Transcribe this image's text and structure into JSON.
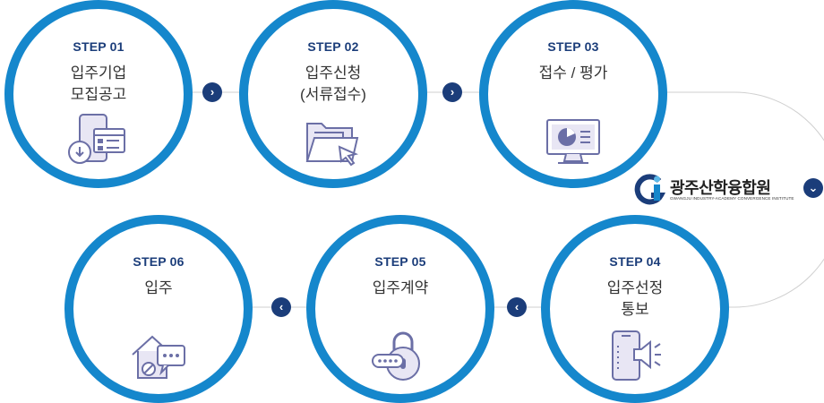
{
  "steps": [
    {
      "label": "STEP 01",
      "title": "입주기업\n모집공고",
      "icon": "mobile-form-icon"
    },
    {
      "label": "STEP 02",
      "title": "입주신청\n(서류접수)",
      "icon": "folder-cursor-icon"
    },
    {
      "label": "STEP 03",
      "title": "접수 / 평가",
      "icon": "monitor-chart-icon"
    },
    {
      "label": "STEP 04",
      "title": "입주선정\n통보",
      "icon": "phone-speaker-icon"
    },
    {
      "label": "STEP 05",
      "title": "입주계약",
      "icon": "padlock-icon"
    },
    {
      "label": "STEP 06",
      "title": "입주",
      "icon": "house-chat-icon"
    }
  ],
  "logo": {
    "name": "광주산학융합원",
    "subtitle": "GWANGJU INDUSTRY-ACADEMY CONVERGENCE INSTITUTE",
    "icon": "gi-logo-icon"
  },
  "colors": {
    "ring": "#1587cc",
    "navy": "#1b3d7a",
    "icon_stroke": "#6b6fa6",
    "icon_fill": "#e8e6f4",
    "connector": "#cfcfcf"
  }
}
